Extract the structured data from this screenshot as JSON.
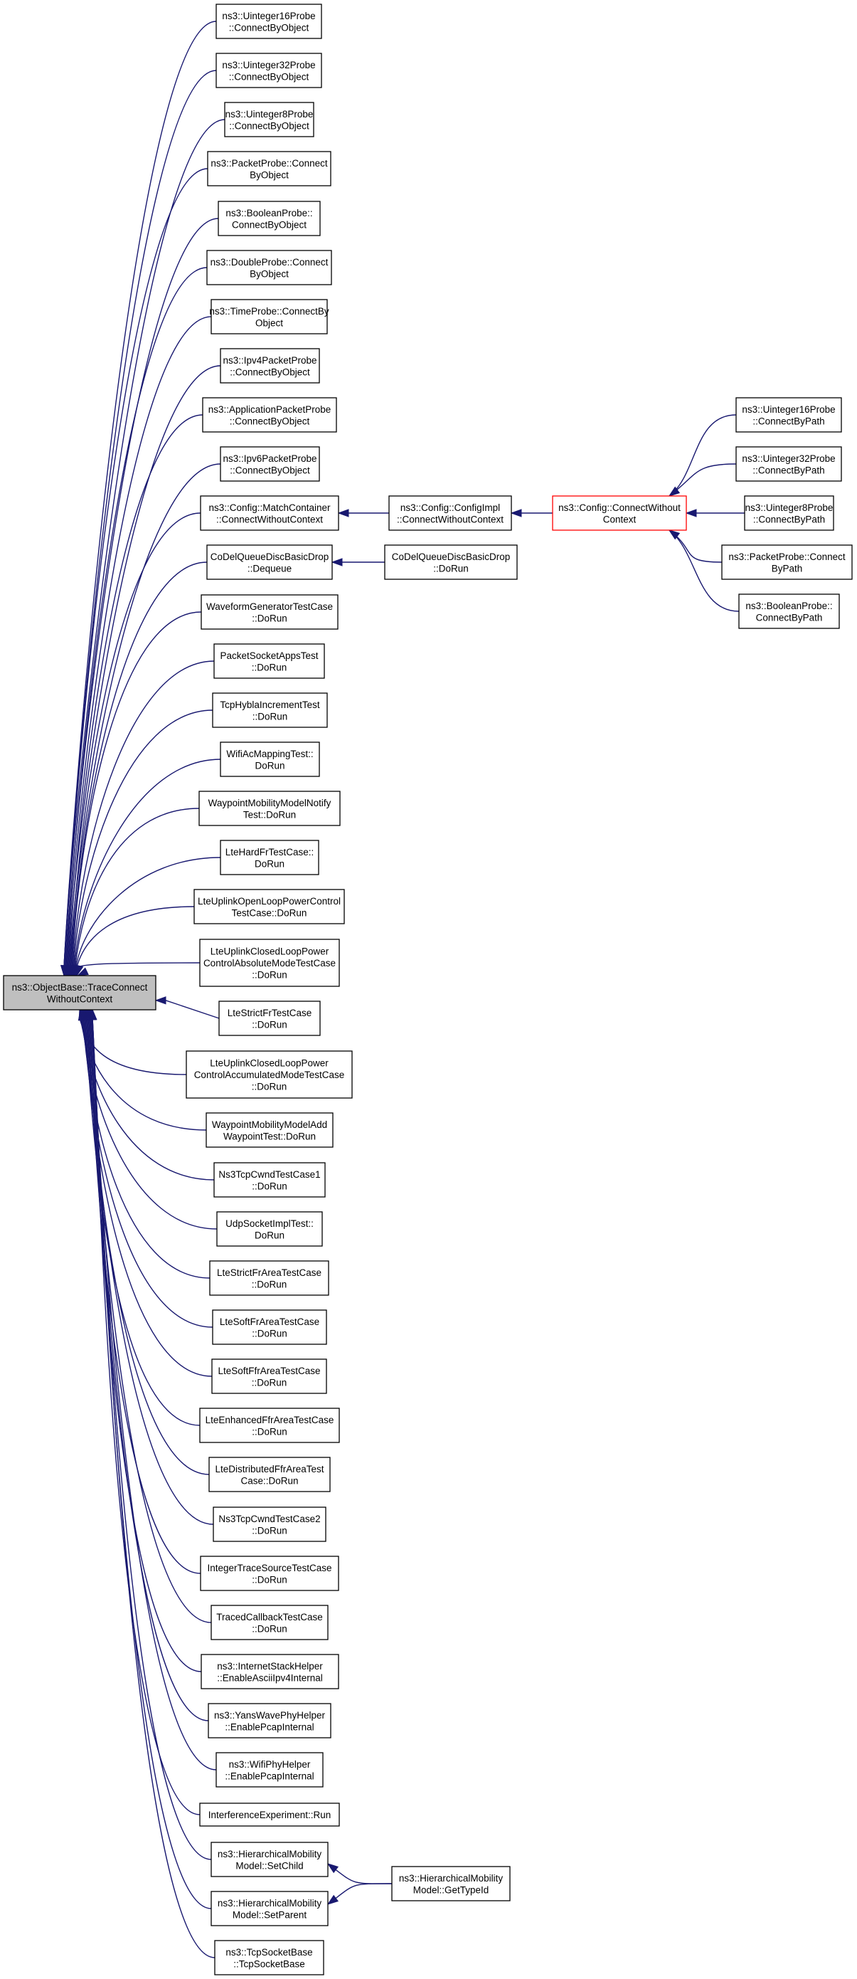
{
  "colors": {
    "edge": "#191970",
    "root_fill": "#bfbfbf",
    "highlight": "#ff0000"
  },
  "nodes": [
    {
      "id": "root",
      "lines": [
        "ns3::ObjectBase::TraceConnect",
        "WithoutContext"
      ],
      "style": "root"
    },
    {
      "id": "n1",
      "lines": [
        "ns3::Uinteger16Probe",
        "::ConnectByObject"
      ]
    },
    {
      "id": "n2",
      "lines": [
        "ns3::Uinteger32Probe",
        "::ConnectByObject"
      ]
    },
    {
      "id": "n3",
      "lines": [
        "ns3::Uinteger8Probe",
        "::ConnectByObject"
      ]
    },
    {
      "id": "n4",
      "lines": [
        "ns3::PacketProbe::Connect",
        "ByObject"
      ]
    },
    {
      "id": "n5",
      "lines": [
        "ns3::BooleanProbe::",
        "ConnectByObject"
      ]
    },
    {
      "id": "n6",
      "lines": [
        "ns3::DoubleProbe::Connect",
        "ByObject"
      ]
    },
    {
      "id": "n7",
      "lines": [
        "ns3::TimeProbe::ConnectBy",
        "Object"
      ]
    },
    {
      "id": "n8",
      "lines": [
        "ns3::Ipv4PacketProbe",
        "::ConnectByObject"
      ]
    },
    {
      "id": "n9",
      "lines": [
        "ns3::ApplicationPacketProbe",
        "::ConnectByObject"
      ]
    },
    {
      "id": "n10",
      "lines": [
        "ns3::Ipv6PacketProbe",
        "::ConnectByObject"
      ]
    },
    {
      "id": "n11",
      "lines": [
        "ns3::Config::MatchContainer",
        "::ConnectWithoutContext"
      ]
    },
    {
      "id": "n12",
      "lines": [
        "CoDelQueueDiscBasicDrop",
        "::Dequeue"
      ]
    },
    {
      "id": "n13",
      "lines": [
        "WaveformGeneratorTestCase",
        "::DoRun"
      ]
    },
    {
      "id": "n14",
      "lines": [
        "PacketSocketAppsTest",
        "::DoRun"
      ]
    },
    {
      "id": "n15",
      "lines": [
        "TcpHyblaIncrementTest",
        "::DoRun"
      ]
    },
    {
      "id": "n16",
      "lines": [
        "WifiAcMappingTest::",
        "DoRun"
      ]
    },
    {
      "id": "n17",
      "lines": [
        "WaypointMobilityModelNotify",
        "Test::DoRun"
      ]
    },
    {
      "id": "n18",
      "lines": [
        "LteHardFrTestCase::",
        "DoRun"
      ]
    },
    {
      "id": "n19",
      "lines": [
        "LteUplinkOpenLoopPowerControl",
        "TestCase::DoRun"
      ]
    },
    {
      "id": "n20",
      "lines": [
        "LteUplinkClosedLoopPower",
        "ControlAbsoluteModeTestCase",
        "::DoRun"
      ]
    },
    {
      "id": "n21",
      "lines": [
        "LteStrictFrTestCase",
        "::DoRun"
      ]
    },
    {
      "id": "n22",
      "lines": [
        "LteUplinkClosedLoopPower",
        "ControlAccumulatedModeTestCase",
        "::DoRun"
      ]
    },
    {
      "id": "n23",
      "lines": [
        "WaypointMobilityModelAdd",
        "WaypointTest::DoRun"
      ]
    },
    {
      "id": "n24",
      "lines": [
        "Ns3TcpCwndTestCase1",
        "::DoRun"
      ]
    },
    {
      "id": "n25",
      "lines": [
        "UdpSocketImplTest::",
        "DoRun"
      ]
    },
    {
      "id": "n26",
      "lines": [
        "LteStrictFrAreaTestCase",
        "::DoRun"
      ]
    },
    {
      "id": "n27",
      "lines": [
        "LteSoftFrAreaTestCase",
        "::DoRun"
      ]
    },
    {
      "id": "n28",
      "lines": [
        "LteSoftFfrAreaTestCase",
        "::DoRun"
      ]
    },
    {
      "id": "n29",
      "lines": [
        "LteEnhancedFfrAreaTestCase",
        "::DoRun"
      ]
    },
    {
      "id": "n30",
      "lines": [
        "LteDistributedFfrAreaTest",
        "Case::DoRun"
      ]
    },
    {
      "id": "n31",
      "lines": [
        "Ns3TcpCwndTestCase2",
        "::DoRun"
      ]
    },
    {
      "id": "n32",
      "lines": [
        "IntegerTraceSourceTestCase",
        "::DoRun"
      ]
    },
    {
      "id": "n33",
      "lines": [
        "TracedCallbackTestCase",
        "::DoRun"
      ]
    },
    {
      "id": "n34",
      "lines": [
        "ns3::InternetStackHelper",
        "::EnableAsciiIpv4Internal"
      ]
    },
    {
      "id": "n35",
      "lines": [
        "ns3::YansWavePhyHelper",
        "::EnablePcapInternal"
      ]
    },
    {
      "id": "n36",
      "lines": [
        "ns3::WifiPhyHelper",
        "::EnablePcapInternal"
      ]
    },
    {
      "id": "n37",
      "lines": [
        "InterferenceExperiment::Run"
      ]
    },
    {
      "id": "n38",
      "lines": [
        "ns3::HierarchicalMobility",
        "Model::SetChild"
      ]
    },
    {
      "id": "n39",
      "lines": [
        "ns3::HierarchicalMobility",
        "Model::SetParent"
      ]
    },
    {
      "id": "n40",
      "lines": [
        "ns3::TcpSocketBase",
        "::TcpSocketBase"
      ]
    },
    {
      "id": "m1",
      "lines": [
        "ns3::Config::ConfigImpl",
        "::ConnectWithoutContext"
      ]
    },
    {
      "id": "m2",
      "lines": [
        "CoDelQueueDiscBasicDrop",
        "::DoRun"
      ]
    },
    {
      "id": "m3",
      "lines": [
        "ns3::HierarchicalMobility",
        "Model::GetTypeId"
      ]
    },
    {
      "id": "h",
      "lines": [
        "ns3::Config::ConnectWithout",
        "Context"
      ],
      "style": "highlight"
    },
    {
      "id": "p1",
      "lines": [
        "ns3::Uinteger16Probe",
        "::ConnectByPath"
      ]
    },
    {
      "id": "p2",
      "lines": [
        "ns3::Uinteger32Probe",
        "::ConnectByPath"
      ]
    },
    {
      "id": "p3",
      "lines": [
        "ns3::Uinteger8Probe",
        "::ConnectByPath"
      ]
    },
    {
      "id": "p4",
      "lines": [
        "ns3::PacketProbe::Connect",
        "ByPath"
      ]
    },
    {
      "id": "p5",
      "lines": [
        "ns3::BooleanProbe::",
        "ConnectByPath"
      ]
    }
  ],
  "edges": [
    [
      "n1",
      "root"
    ],
    [
      "n2",
      "root"
    ],
    [
      "n3",
      "root"
    ],
    [
      "n4",
      "root"
    ],
    [
      "n5",
      "root"
    ],
    [
      "n6",
      "root"
    ],
    [
      "n7",
      "root"
    ],
    [
      "n8",
      "root"
    ],
    [
      "n9",
      "root"
    ],
    [
      "n10",
      "root"
    ],
    [
      "n11",
      "root"
    ],
    [
      "n12",
      "root"
    ],
    [
      "n13",
      "root"
    ],
    [
      "n14",
      "root"
    ],
    [
      "n15",
      "root"
    ],
    [
      "n16",
      "root"
    ],
    [
      "n17",
      "root"
    ],
    [
      "n18",
      "root"
    ],
    [
      "n19",
      "root"
    ],
    [
      "n20",
      "root"
    ],
    [
      "n21",
      "root"
    ],
    [
      "n22",
      "root"
    ],
    [
      "n23",
      "root"
    ],
    [
      "n24",
      "root"
    ],
    [
      "n25",
      "root"
    ],
    [
      "n26",
      "root"
    ],
    [
      "n27",
      "root"
    ],
    [
      "n28",
      "root"
    ],
    [
      "n29",
      "root"
    ],
    [
      "n30",
      "root"
    ],
    [
      "n31",
      "root"
    ],
    [
      "n32",
      "root"
    ],
    [
      "n33",
      "root"
    ],
    [
      "n34",
      "root"
    ],
    [
      "n35",
      "root"
    ],
    [
      "n36",
      "root"
    ],
    [
      "n37",
      "root"
    ],
    [
      "n38",
      "root"
    ],
    [
      "n39",
      "root"
    ],
    [
      "n40",
      "root"
    ],
    [
      "m1",
      "n11"
    ],
    [
      "m2",
      "n12"
    ],
    [
      "m3",
      "n38"
    ],
    [
      "m3",
      "n39"
    ],
    [
      "h",
      "m1"
    ],
    [
      "p1",
      "h"
    ],
    [
      "p2",
      "h"
    ],
    [
      "p3",
      "h"
    ],
    [
      "p4",
      "h"
    ],
    [
      "p5",
      "h"
    ]
  ]
}
